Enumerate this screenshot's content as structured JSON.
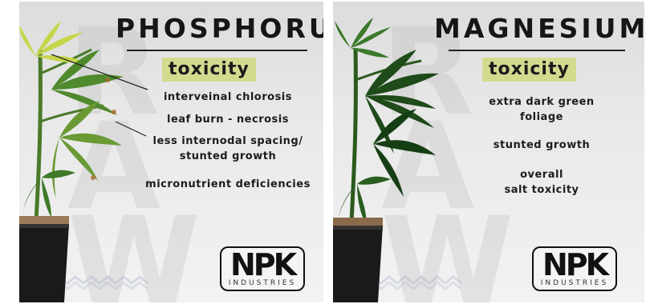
{
  "panels": [
    {
      "title": "PHOSPHORUS",
      "subtitle": "toxicity",
      "symptoms": [
        "interveinal chlorosis",
        "leaf burn - necrosis",
        "less internodal spacing/\nstunted growth",
        "micronutrient deficiencies"
      ],
      "logo": {
        "main": "NPK",
        "sub": "INDUSTRIES"
      },
      "watermark": "RAW"
    },
    {
      "title": "MAGNESIUM",
      "subtitle": "toxicity",
      "symptoms": [
        "extra dark green\nfoliage",
        "stunted growth",
        "overall\nsalt toxicity"
      ],
      "logo": {
        "main": "NPK",
        "sub": "INDUSTRIES"
      },
      "watermark": "RAW"
    }
  ],
  "colors": {
    "subtitle_highlight": "#d3da8e",
    "title_text": "#161616",
    "leaf_green_light": "#5f9a32",
    "leaf_green_dark": "#1f4a1a",
    "pot": "#1a1a1a",
    "soil": "#8a6a4a"
  }
}
